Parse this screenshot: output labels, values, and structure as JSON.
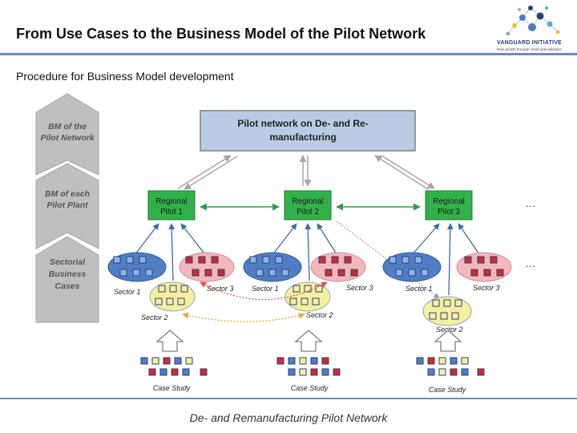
{
  "header": {
    "title": "From Use Cases to the Business Model of the Pilot Network",
    "logo_name": "VANGUARD INITIATIVE",
    "logo_tagline": "New growth through smart specialisation"
  },
  "subtitle": "Procedure for Business Model development",
  "levels": [
    {
      "label_l1": "BM of the",
      "label_l2": "Pilot Network"
    },
    {
      "label_l1": "BM of each",
      "label_l2": "Pilot Plant"
    },
    {
      "label_l1": "Sectorial",
      "label_l2": "Business",
      "label_l3": "Cases"
    }
  ],
  "network_box": {
    "line1": "Pilot network on De- and Re-",
    "line2": "manufacturing"
  },
  "pilots": [
    {
      "line1": "Regional",
      "line2": "Pilot 1"
    },
    {
      "line1": "Regional",
      "line2": "Pilot 2"
    },
    {
      "line1": "Regional",
      "line2": "Pilot 3"
    }
  ],
  "sector_labels": {
    "s1": "Sector 1",
    "s2": "Sector 2",
    "s3": "Sector 3"
  },
  "case_study": "Case Study",
  "ellipsis": "…",
  "footer": "De- and Remanufacturing Pilot Network",
  "colors": {
    "blue_ellipse": "#4f7ec4",
    "pink_ellipse": "#f2b8bc",
    "yellow_ellipse": "#f5f0a0",
    "pilot_green": "#32b14a",
    "network_box": "#b8cce4",
    "chevron": "#bfbfbf",
    "header_rule": "#6b8cc0"
  }
}
